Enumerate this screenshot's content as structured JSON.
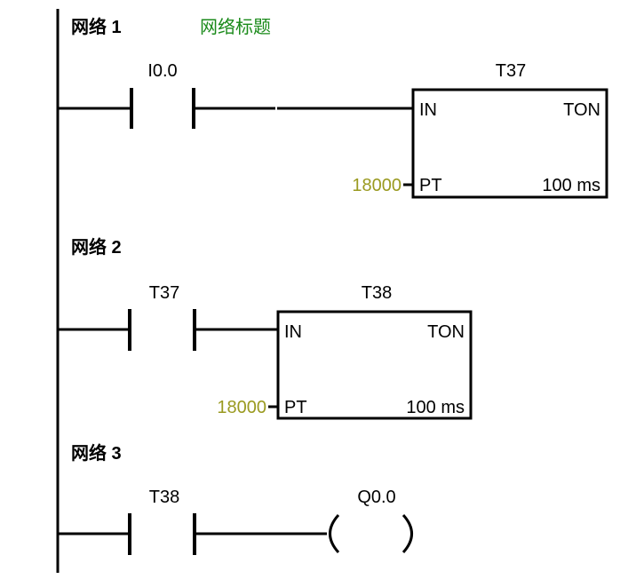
{
  "colors": {
    "title": "#1a8a1a",
    "preset_value": "#9a9a20",
    "line": "#000000"
  },
  "networks": [
    {
      "label": "网络 1",
      "title": "网络标题",
      "contact": "I0.0",
      "timer": {
        "name": "T37",
        "type": "TON",
        "in_label": "IN",
        "pt_label": "PT",
        "resolution": "100 ms",
        "preset": "18000"
      }
    },
    {
      "label": "网络 2",
      "contact": "T37",
      "timer": {
        "name": "T38",
        "type": "TON",
        "in_label": "IN",
        "pt_label": "PT",
        "resolution": "100 ms",
        "preset": "18000"
      }
    },
    {
      "label": "网络 3",
      "contact": "T38",
      "coil": "Q0.0"
    }
  ]
}
